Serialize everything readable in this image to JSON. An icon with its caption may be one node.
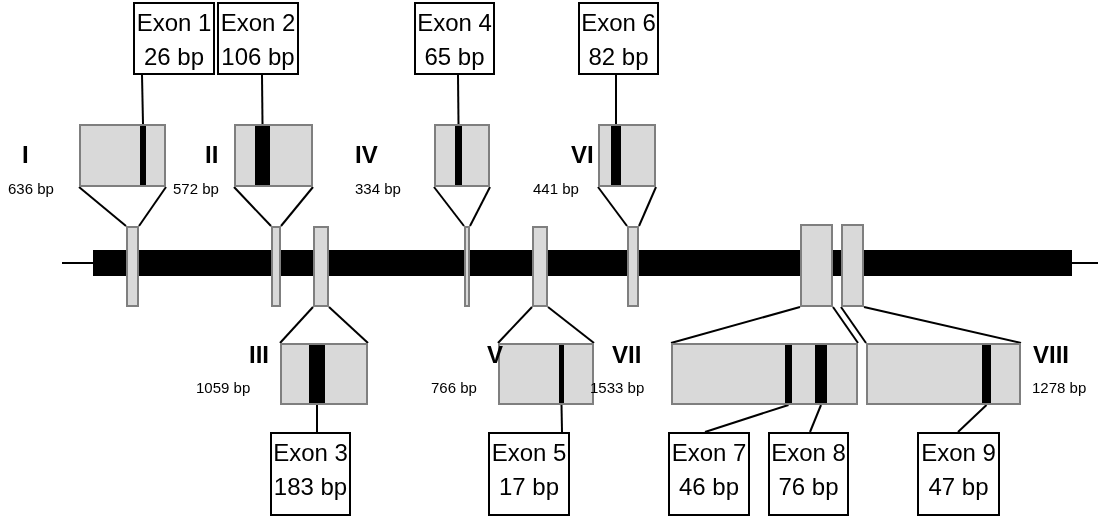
{
  "diagram": {
    "nodes": [
      {
        "text": [
          "Exon 1",
          "26 bp"
        ]
      },
      {
        "text": [
          "Exon 2",
          "106 bp"
        ]
      },
      {
        "text": [
          "Exon 4",
          "65 bp"
        ]
      },
      {
        "text": [
          "Exon 6",
          "82 bp"
        ]
      },
      {
        "text": [],
        "shape": "box",
        "beside": [
          "I",
          "636 bp"
        ]
      },
      {
        "text": [],
        "shape": "bar",
        "in": 4
      },
      {
        "text": [],
        "shape": "box",
        "beside": [
          "II",
          "572 bp"
        ]
      },
      {
        "text": [],
        "shape": "bar",
        "in": 6
      },
      {
        "text": [],
        "shape": "box",
        "beside": [
          "IV",
          "334 bp"
        ]
      },
      {
        "text": [],
        "shape": "bar",
        "in": 8
      },
      {
        "text": [],
        "shape": "box",
        "beside": [
          "VI",
          "441 bp"
        ]
      },
      {
        "text": [],
        "shape": "bar",
        "in": 10
      },
      {
        "text": [],
        "shape": "bar"
      },
      {
        "text": [],
        "shape": "box"
      },
      {
        "text": [],
        "shape": "box"
      },
      {
        "text": [],
        "shape": "box"
      },
      {
        "text": [],
        "shape": "box"
      },
      {
        "text": [],
        "shape": "box"
      },
      {
        "text": [],
        "shape": "box"
      },
      {
        "text": [],
        "shape": "box"
      },
      {
        "text": [],
        "shape": "box"
      },
      {
        "text": [],
        "shape": "box",
        "beside": [
          "III",
          "1059 bp"
        ]
      },
      {
        "text": [],
        "shape": "bar",
        "in": 21
      },
      {
        "text": [],
        "shape": "box",
        "beside": [
          "V",
          "766 bp"
        ]
      },
      {
        "text": [],
        "shape": "bar",
        "in": 23
      },
      {
        "text": [],
        "shape": "box",
        "beside": [
          "VII",
          "1533 bp"
        ]
      },
      {
        "text": [],
        "shape": "bar",
        "in": 25
      },
      {
        "text": [],
        "shape": "bar",
        "in": 25
      },
      {
        "text": [],
        "shape": "box",
        "beside": [
          "VIII",
          "1278 bp"
        ]
      },
      {
        "text": [],
        "shape": "bar",
        "in": 28
      },
      {
        "text": [
          "Exon 3",
          "183 bp"
        ]
      },
      {
        "text": [
          "Exon 5",
          "17 bp"
        ]
      },
      {
        "text": [
          "Exon 7",
          "46 bp"
        ]
      },
      {
        "text": [
          "Exon 8",
          "76 bp"
        ]
      },
      {
        "text": [
          "Exon 9",
          "47 bp"
        ]
      }
    ],
    "edges": [
      {
        "from": 0,
        "to": 5,
        "arrow": "none"
      },
      {
        "from": 1,
        "to": 7,
        "arrow": "none"
      },
      {
        "from": 2,
        "to": 9,
        "arrow": "none"
      },
      {
        "from": 3,
        "to": 11,
        "arrow": "none"
      },
      {
        "from": 13,
        "to": 4,
        "arrow": "none"
      },
      {
        "from": 13,
        "to": 4,
        "arrow": "none"
      },
      {
        "from": 14,
        "to": 6,
        "arrow": "none"
      },
      {
        "from": 14,
        "to": 6,
        "arrow": "none"
      },
      {
        "from": 15,
        "to": 21,
        "arrow": "none"
      },
      {
        "from": 15,
        "to": 21,
        "arrow": "none"
      },
      {
        "from": 16,
        "to": 8,
        "arrow": "none"
      },
      {
        "from": 16,
        "to": 8,
        "arrow": "none"
      },
      {
        "from": 17,
        "to": 23,
        "arrow": "none"
      },
      {
        "from": 17,
        "to": 23,
        "arrow": "none"
      },
      {
        "from": 18,
        "to": 10,
        "arrow": "none"
      },
      {
        "from": 18,
        "to": 10,
        "arrow": "none"
      },
      {
        "from": 19,
        "to": 25,
        "arrow": "none"
      },
      {
        "from": 19,
        "to": 25,
        "arrow": "none"
      },
      {
        "from": 20,
        "to": 28,
        "arrow": "none"
      },
      {
        "from": 20,
        "to": 28,
        "arrow": "none"
      },
      {
        "from": 30,
        "to": 22,
        "arrow": "none"
      },
      {
        "from": 31,
        "to": 24,
        "arrow": "none"
      },
      {
        "from": 32,
        "to": 26,
        "arrow": "none"
      },
      {
        "from": 33,
        "to": 27,
        "arrow": "none"
      },
      {
        "from": 34,
        "to": 29,
        "arrow": "none"
      }
    ]
  }
}
